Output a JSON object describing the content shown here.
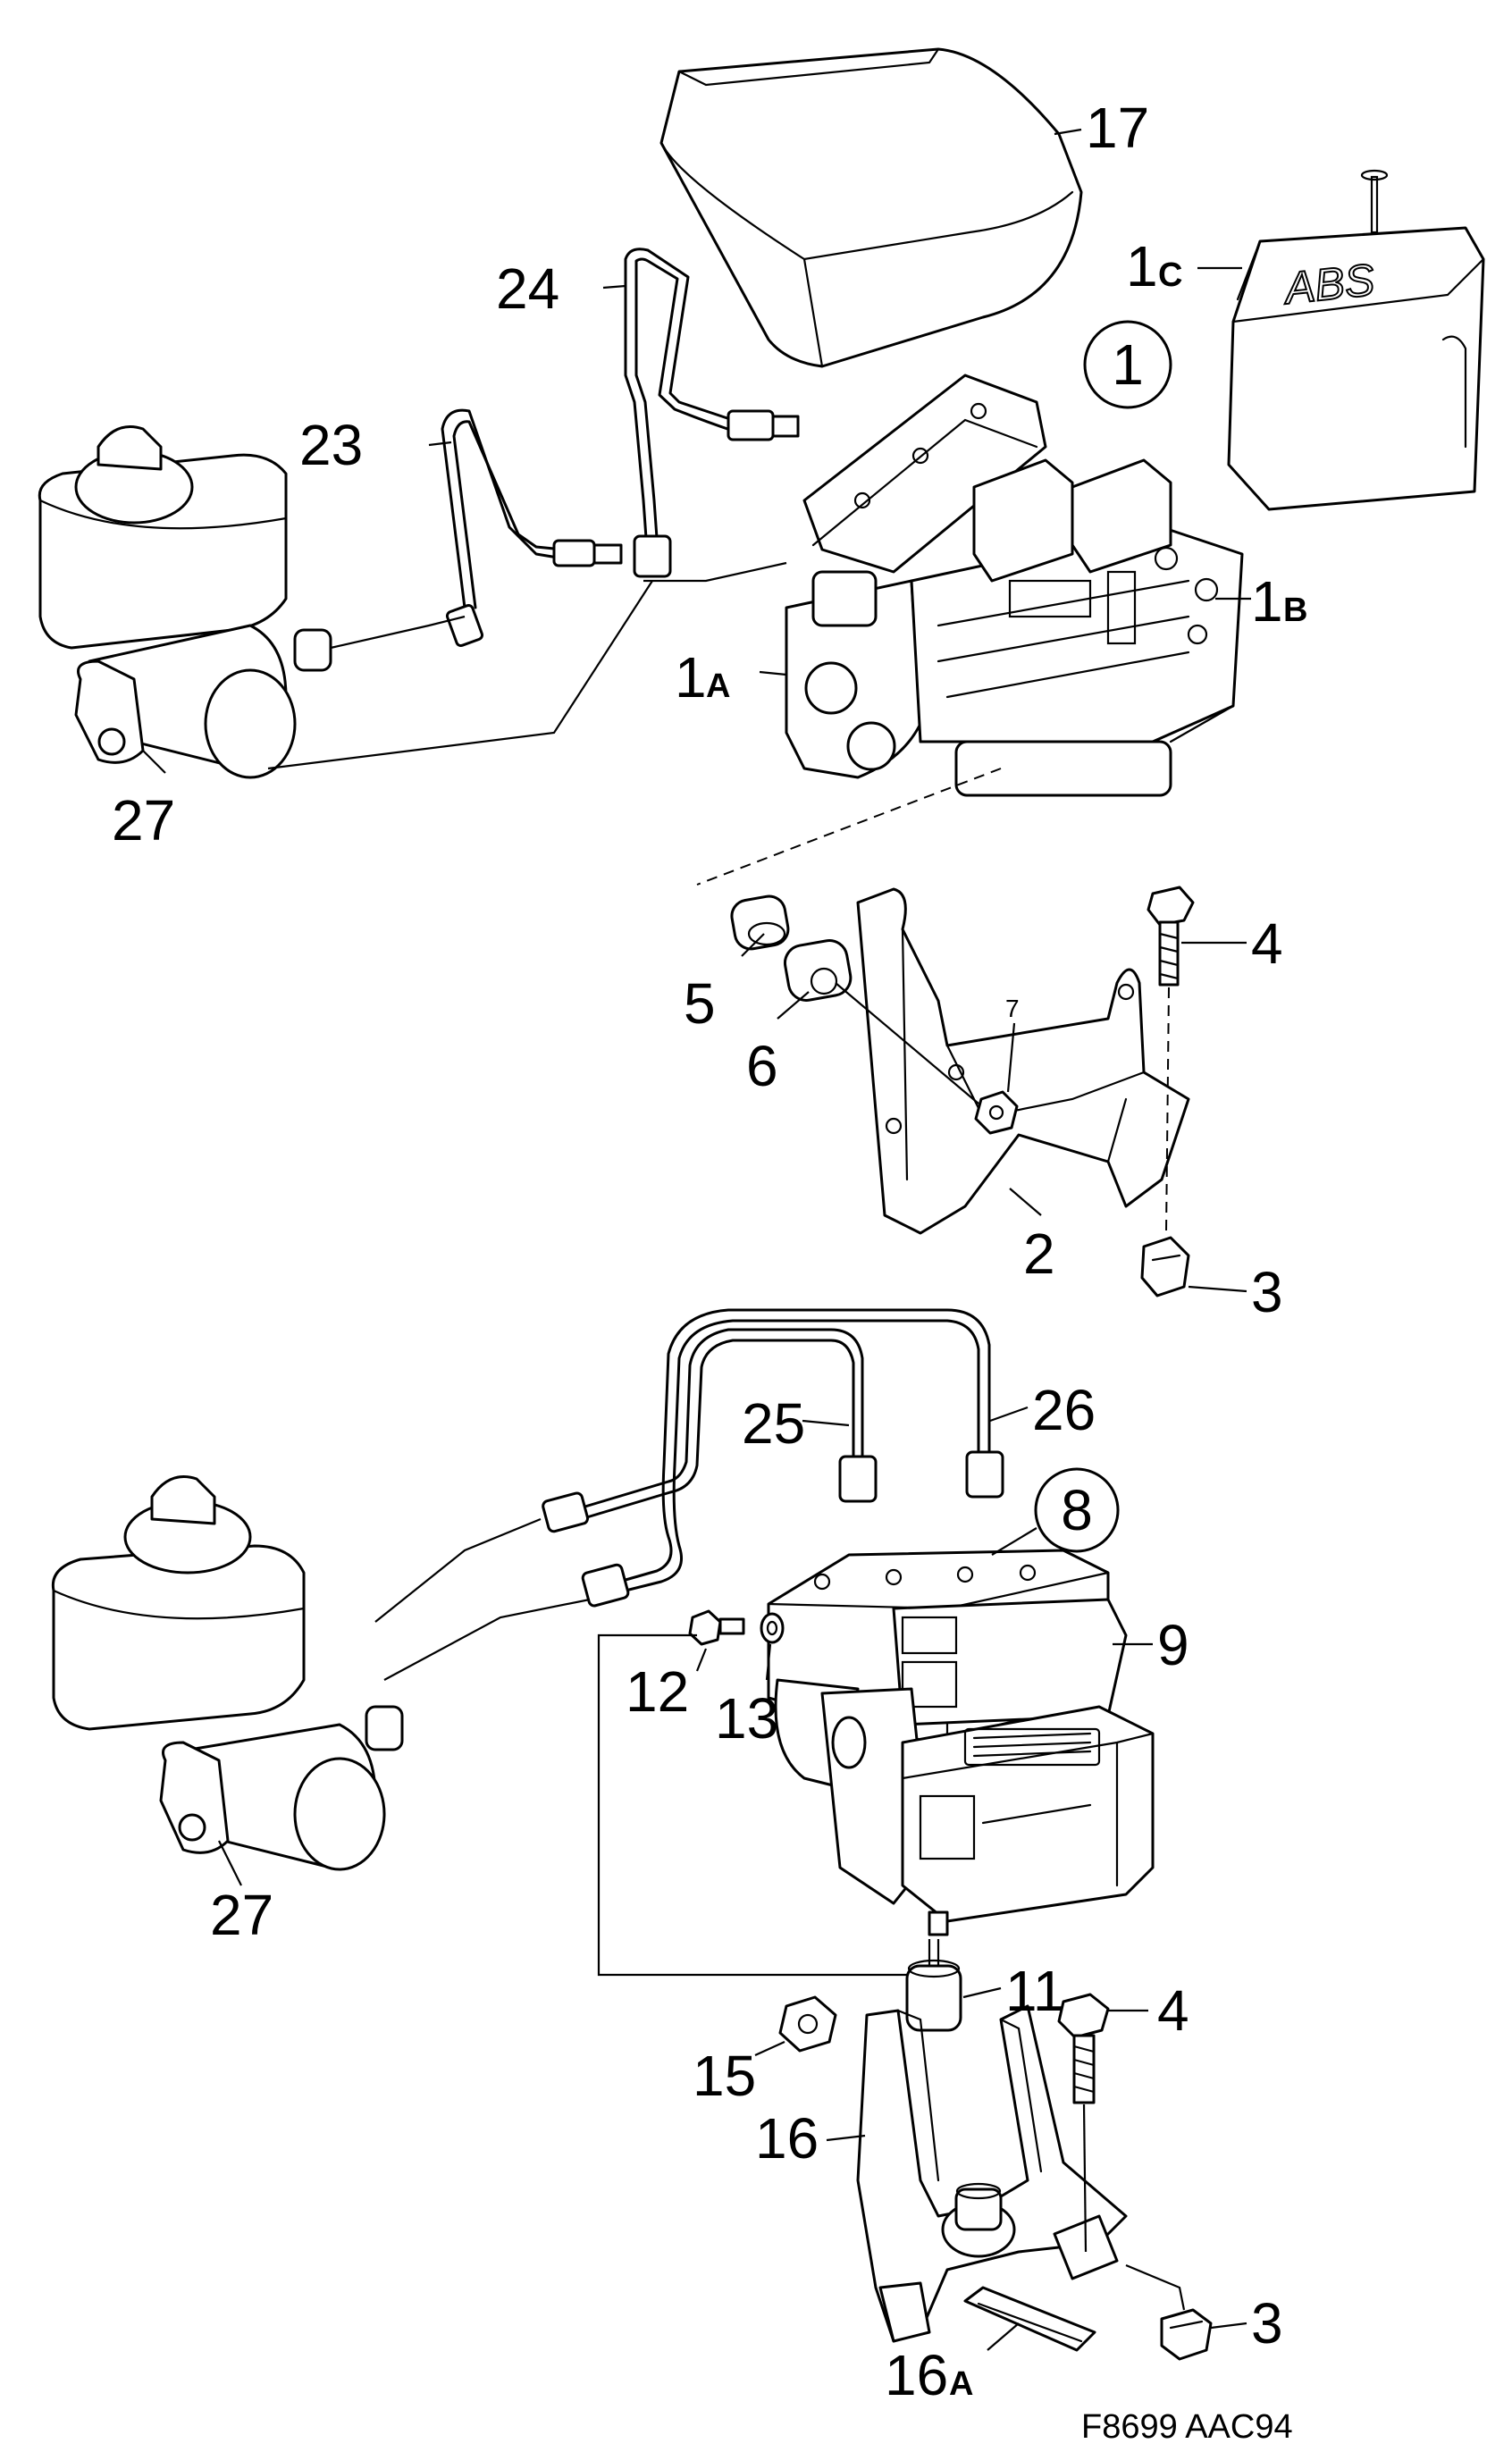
{
  "labels": {
    "l17": "17",
    "l24": "24",
    "l23": "23",
    "l27a": "27",
    "l1a_num": "1",
    "l1a_sub": "A",
    "l1b_num": "1",
    "l1b_sub": "B",
    "l1c_num": "1",
    "l1c_sub": "C",
    "circle1": "1",
    "l4a": "4",
    "l5": "5",
    "l6": "6",
    "l7": "7",
    "l2": "2",
    "l3a": "3",
    "l25": "25",
    "l26": "26",
    "circle8": "8",
    "l9": "9",
    "l12": "12",
    "l13": "13",
    "l27b": "27",
    "l11": "11",
    "l4b": "4",
    "l15": "15",
    "l16": "16",
    "l16a_num": "16",
    "l16a_sub": "A",
    "l3b": "3"
  },
  "embossed_text": "ABS",
  "reference": "F8699 AAC94"
}
